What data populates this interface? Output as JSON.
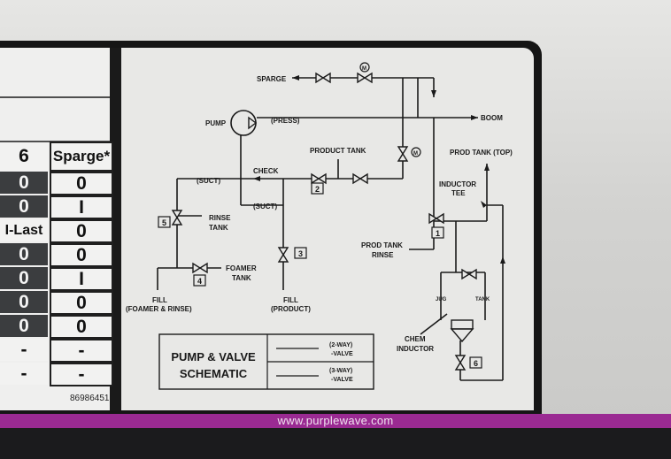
{
  "watermark": "www.purplewave.com",
  "table": {
    "header_left": "6",
    "header_right": "Sparge*",
    "rows": [
      {
        "left": "0",
        "right": "0",
        "left_dark": true
      },
      {
        "left": "0",
        "right": "I",
        "left_dark": true
      },
      {
        "left": "I-Last",
        "right": "0",
        "left_dark": false
      },
      {
        "left": "0",
        "right": "0",
        "left_dark": true
      },
      {
        "left": "0",
        "right": "I",
        "left_dark": true
      },
      {
        "left": "0",
        "right": "0",
        "left_dark": true
      },
      {
        "left": "0",
        "right": "0",
        "left_dark": true
      },
      {
        "left": "-",
        "right": "-",
        "left_dark": false
      },
      {
        "left": "-",
        "right": "-",
        "left_dark": false
      }
    ],
    "part_number": "86986451"
  },
  "schematic": {
    "labels": {
      "sparge": "SPARGE",
      "pump": "PUMP",
      "press": "(PRESS)",
      "boom": "BOOM",
      "check": "CHECK",
      "product_tank": "PRODUCT TANK",
      "prod_tank_top": "PROD TANK (TOP)",
      "inductor_tee_1": "INDUCTOR",
      "inductor_tee_2": "TEE",
      "suct_1": "(SUCT)",
      "suct_2": "(SUCT)",
      "rinse_tank_1": "RINSE",
      "rinse_tank_2": "TANK",
      "prod_tank_rinse_1": "PROD TANK",
      "prod_tank_rinse_2": "RINSE",
      "foamer_tank_1": "FOAMER",
      "foamer_tank_2": "TANK",
      "fill_1": "FILL",
      "fill_1b": "(FOAMER & RINSE)",
      "fill_2": "FILL",
      "fill_2b": "(PRODUCT)",
      "jug": "JUG",
      "tank": "TANK",
      "chem_inductor_1": "CHEM",
      "chem_inductor_2": "INDUCTOR",
      "motor": "M",
      "valve_1": "1",
      "valve_2": "2",
      "valve_3": "3",
      "valve_4": "4",
      "valve_5": "5",
      "valve_6": "6"
    },
    "legend": {
      "title_1": "PUMP & VALVE",
      "title_2": "SCHEMATIC",
      "two_way_1": "(2-WAY)",
      "two_way_2": "-VALVE",
      "three_way_1": "(3-WAY)",
      "three_way_2": "-VALVE"
    }
  },
  "colors": {
    "plate": "#151515",
    "panel": "#e8e8e6",
    "band": "#9a2a92",
    "dark_cell": "#3b3d3f"
  }
}
